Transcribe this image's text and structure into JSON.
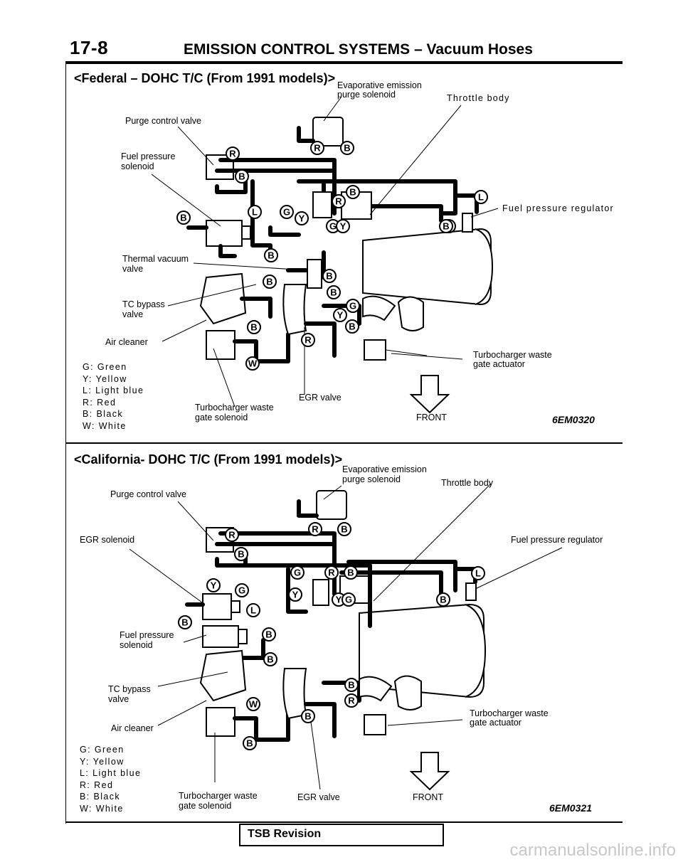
{
  "header": {
    "page_number": "17-8",
    "title": "EMISSION CONTROL SYSTEMS – Vacuum Hoses"
  },
  "federal": {
    "title": "<Federal – DOHC T/C (From 1991 models)>",
    "labels": {
      "evap_line1": "Evaporative emission",
      "evap_line2": "purge solenoid",
      "throttle": "Throttle body",
      "purge": "Purge control valve",
      "fps_line1": "Fuel pressure",
      "fps_line2": "solenoid",
      "fpr": "Fuel pressure regulator",
      "tvv_line1": "Thermal vacuum",
      "tvv_line2": "valve",
      "tcb_line1": "TC bypass",
      "tcb_line2": "valve",
      "air": "Air cleaner",
      "twga_line1": "Turbocharger waste",
      "twga_line2": "gate actuator",
      "twgs_line1": "Turbocharger waste",
      "twgs_line2": "gate solenoid",
      "egr": "EGR valve",
      "front": "FRONT"
    },
    "code": "6EM0320",
    "legend": [
      "G: Green",
      "Y: Yellow",
      "L: Light blue",
      "R: Red",
      "B: Black",
      "W: White"
    ],
    "hose_tags": [
      "R",
      "R",
      "B",
      "B",
      "B",
      "R",
      "B",
      "G",
      "Y",
      "L",
      "B",
      "L",
      "G",
      "Y",
      "B",
      "B",
      "B",
      "G",
      "Y",
      "B",
      "B",
      "R",
      "W",
      "B",
      "B"
    ]
  },
  "california": {
    "title": "<California- DOHC T/C (From 1991 models)>",
    "labels": {
      "evap_line1": "Evaporative emission",
      "evap_line2": "purge solenoid",
      "throttle": "Throttle body",
      "purge": "Purge control valve",
      "egr_sol": "EGR solenoid",
      "fpr": "Fuel pressure regulator",
      "fps_line1": "Fuel pressure",
      "fps_line2": "solenoid",
      "tcb_line1": "TC bypass",
      "tcb_line2": "valve",
      "air": "Air cleaner",
      "twga_line1": "Turbocharger waste",
      "twga_line2": "gate actuator",
      "twgs_line1": "Turbocharger waste",
      "twgs_line2": "gate solenoid",
      "egr": "EGR valve",
      "front": "FRONT"
    },
    "code": "6EM0321",
    "legend": [
      "G: Green",
      "Y: Yellow",
      "L: Light blue",
      "R: Red",
      "B: Black",
      "W: White"
    ],
    "hose_tags": [
      "R",
      "R",
      "B",
      "B",
      "G",
      "R",
      "B",
      "L",
      "Y",
      "G",
      "Y",
      "B",
      "Y",
      "G",
      "L",
      "B",
      "B",
      "B",
      "R",
      "W",
      "B",
      "B",
      "B"
    ]
  },
  "footer": {
    "tsb": "TSB Revision",
    "watermark": "carmanualsonline.info"
  }
}
